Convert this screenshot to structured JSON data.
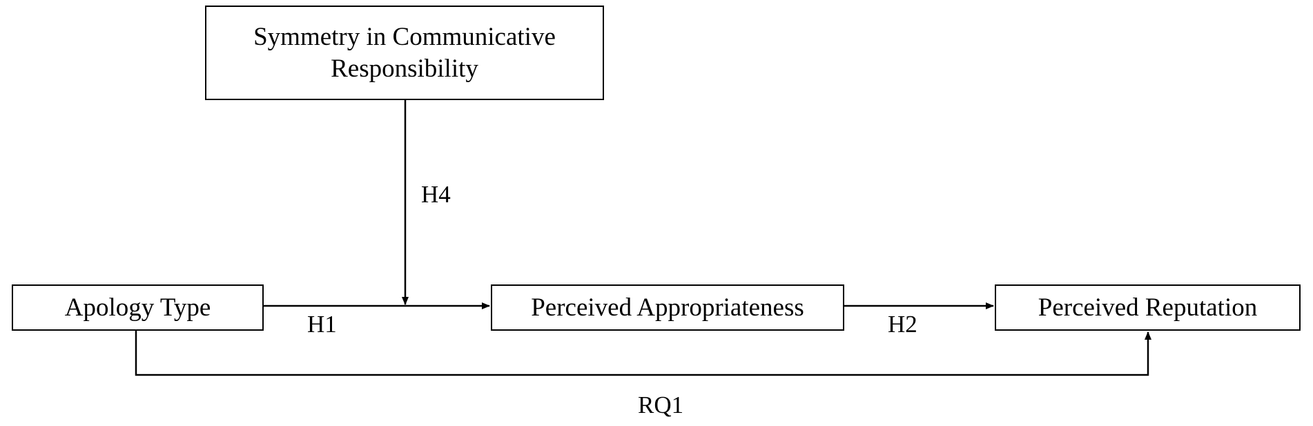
{
  "nodes": {
    "moderator": {
      "line1": "Symmetry in Communicative",
      "line2": "Responsibility"
    },
    "apology_type": {
      "label": "Apology Type"
    },
    "appropriateness": {
      "label": "Perceived Appropriateness"
    },
    "reputation": {
      "label": "Perceived Reputation"
    }
  },
  "edges": {
    "h4": {
      "label": "H4",
      "from": "moderator",
      "to": "h1-path"
    },
    "h1": {
      "label": "H1",
      "from": "apology_type",
      "to": "appropriateness"
    },
    "h2": {
      "label": "H2",
      "from": "appropriateness",
      "to": "reputation"
    },
    "rq1": {
      "label": "RQ1",
      "from": "apology_type",
      "to": "reputation"
    }
  },
  "colors": {
    "line": "#000000",
    "background": "#ffffff"
  }
}
